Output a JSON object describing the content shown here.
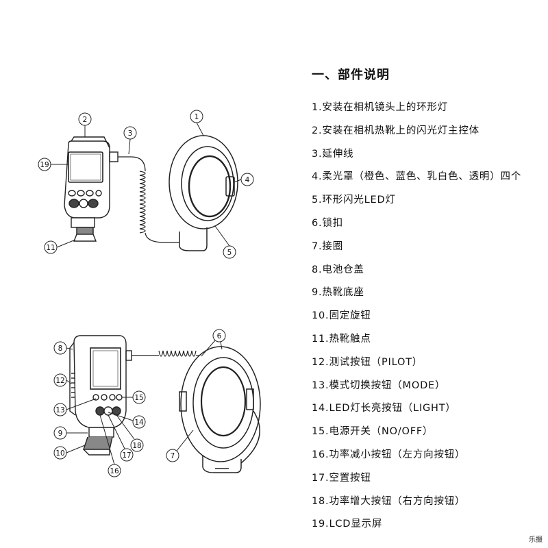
{
  "section_title": "一、部件说明",
  "parts": [
    "1.安装在相机镜头上的环形灯",
    "2.安装在相机热靴上的闪光灯主控体",
    "3.延伸线",
    "4.柔光罩（橙色、蓝色、乳白色、透明）四个",
    "5.环形闪光LED灯",
    "6.锁扣",
    "7.接圈",
    "8.电池仓盖",
    "9.热靴底座",
    "10.固定旋钮",
    "11.热靴触点",
    "12.测试按钮（PILOT）",
    "13.模式切换按钮（MODE）",
    "14.LED灯长亮按钮（LIGHT）",
    "15.电源开关（NO/OFF）",
    "16.功率减小按钮（左方向按钮）",
    "17.空置按钮",
    "18.功率增大按钮（右方向按钮）",
    "19.LCD显示屏"
  ],
  "callouts_top": [
    "1",
    "2",
    "3",
    "4",
    "5",
    "19",
    "11"
  ],
  "callouts_bottom": [
    "6",
    "7",
    "8",
    "9",
    "10",
    "12",
    "13",
    "14",
    "15",
    "16",
    "17",
    "18"
  ],
  "watermark": "乐摄"
}
